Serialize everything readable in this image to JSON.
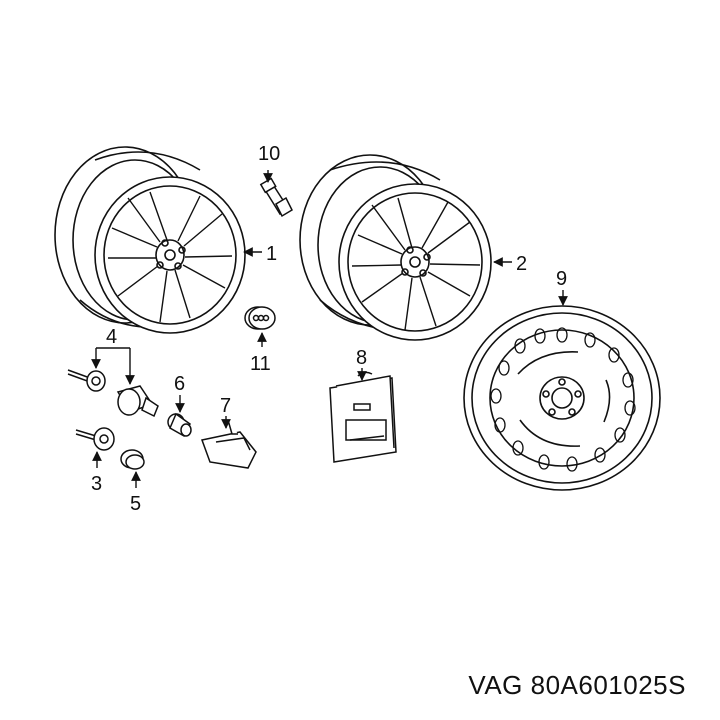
{
  "callouts": {
    "c1": "1",
    "c2": "2",
    "c3": "3",
    "c4": "4",
    "c5": "5",
    "c6": "6",
    "c7": "7",
    "c8": "8",
    "c9": "9",
    "c10": "10",
    "c11": "11"
  },
  "footer": {
    "part_number": "VAG 80A601025S"
  },
  "colors": {
    "line": "#111111",
    "background": "#ffffff"
  }
}
